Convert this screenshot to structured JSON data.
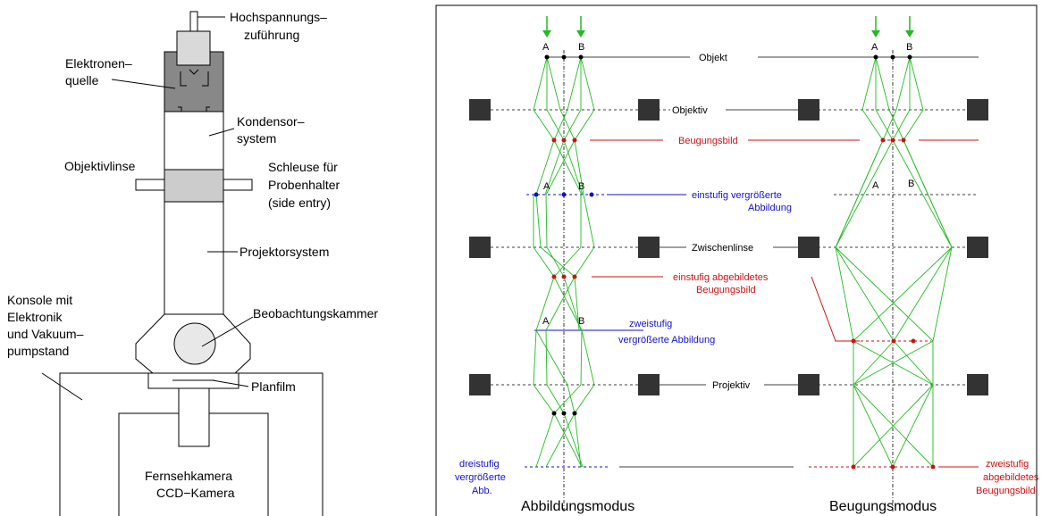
{
  "left": {
    "labels": {
      "hv1": "Hochspannungs–",
      "hv2": "zuführung",
      "src1": "Elektronen–",
      "src2": "quelle",
      "cond1": "Kondensor–",
      "cond2": "system",
      "objlens": "Objektivlinse",
      "lock1": "Schleuse für",
      "lock2": "Probenhalter",
      "lock3": "(side entry)",
      "proj": "Projektorsystem",
      "konsole1": "Konsole mit",
      "konsole2": "Elektronik",
      "konsole3": "und Vakuum–",
      "konsole4": "pumpstand",
      "chamber": "Beobachtungskammer",
      "film": "Planfilm",
      "cam1": "Fernsehkamera",
      "cam2": "CCD−Kamera"
    }
  },
  "right": {
    "labels": {
      "a": "A",
      "b": "B",
      "objekt": "Objekt",
      "objektiv": "Objektiv",
      "beugungsbild": "Beugungsbild",
      "einstufig1": "einstufig  vergrößerte",
      "einstufig2": "Abbildung",
      "zwischenlinse": "Zwischenlinse",
      "einstufigAbg1": "einstufig abgebildetes",
      "einstufigAbg2": "Beugungsbild",
      "zweistufig1": "zweistufig",
      "zweistufig2": "vergrößerte  Abbildung",
      "projektiv": "Projektiv",
      "dreistufig1": "dreistufig",
      "dreistufig2": "vergrößerte",
      "dreistufig3": "Abb.",
      "zweistufigB1": "zweistufig",
      "zweistufigB2": "abgebildetes",
      "zweistufigB3": "Beugungsbild",
      "modeA": "Abbildungsmodus",
      "modeB": "Beugungsmodus"
    }
  },
  "colors": {
    "ray": "#22bb22",
    "red": "#cc1111",
    "blue": "#1111cc",
    "lens": "#333333",
    "gray": "#cccccc",
    "dark": "#888888"
  }
}
